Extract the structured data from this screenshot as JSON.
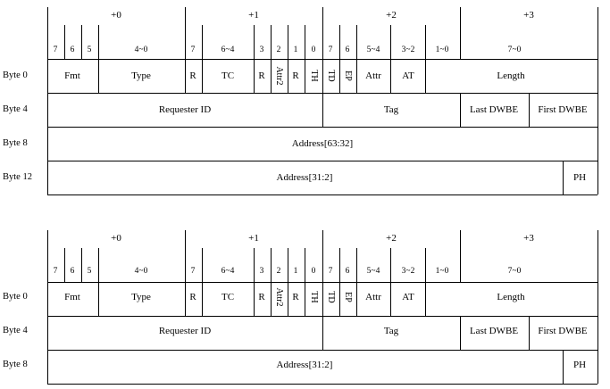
{
  "diagrams": [
    {
      "bytes": [
        "+0",
        "+1",
        "+2",
        "+3"
      ],
      "bit_labels": [
        "7",
        "6",
        "5",
        "4~0",
        "7",
        "6~4",
        "3",
        "2",
        "1",
        "0",
        "7",
        "6",
        "5~4",
        "3~2",
        "1~0",
        "7~0"
      ],
      "rows": [
        {
          "label": "Byte 0",
          "fields": [
            "Fmt",
            "Type",
            "R",
            "TC",
            "R",
            "Attr2",
            "R",
            "TH",
            "TD",
            "EP",
            "Attr",
            "AT",
            "Length"
          ]
        },
        {
          "label": "Byte 4",
          "fields": [
            "Requester ID",
            "Tag",
            "Last DWBE",
            "First DWBE"
          ]
        },
        {
          "label": "Byte 8",
          "fields": [
            "Address[63:32]"
          ]
        },
        {
          "label": "Byte 12",
          "fields": [
            "Address[31:2]",
            "PH"
          ]
        }
      ]
    },
    {
      "bytes": [
        "+0",
        "+1",
        "+2",
        "+3"
      ],
      "bit_labels": [
        "7",
        "6",
        "5",
        "4~0",
        "7",
        "6~4",
        "3",
        "2",
        "1",
        "0",
        "7",
        "6",
        "5~4",
        "3~2",
        "1~0",
        "7~0"
      ],
      "rows": [
        {
          "label": "Byte 0",
          "fields": [
            "Fmt",
            "Type",
            "R",
            "TC",
            "R",
            "Attr2",
            "R",
            "TH",
            "TD",
            "EP",
            "Attr",
            "AT",
            "Length"
          ]
        },
        {
          "label": "Byte 4",
          "fields": [
            "Requester ID",
            "Tag",
            "Last DWBE",
            "First DWBE"
          ]
        },
        {
          "label": "Byte 8",
          "fields": [
            "Address[31:2]",
            "PH"
          ]
        }
      ]
    }
  ]
}
